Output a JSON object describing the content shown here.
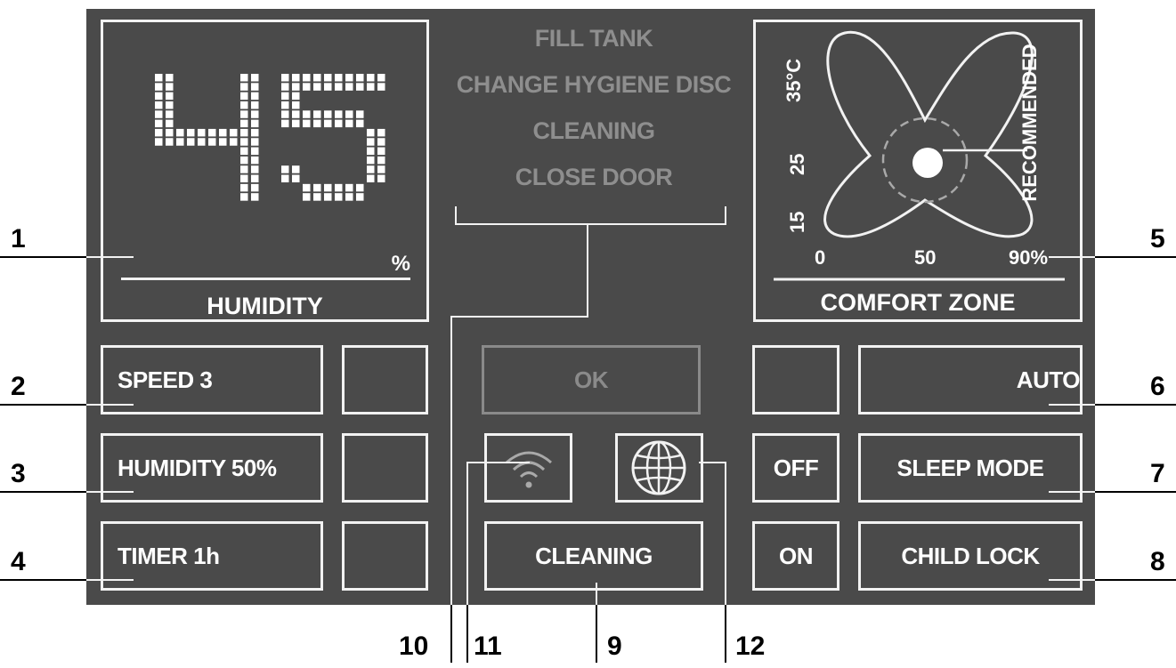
{
  "humidity_display": {
    "value": "45",
    "unit": "%",
    "label": "HUMIDITY"
  },
  "messages": [
    "FILL TANK",
    "CHANGE HYGIENE DISC",
    "CLEANING",
    "CLOSE DOOR"
  ],
  "comfort_zone": {
    "label": "COMFORT ZONE",
    "recommended_label": "RECOMMENDED",
    "y_ticks": [
      "15",
      "25",
      "35°C"
    ],
    "x_ticks": [
      "0",
      "50",
      "90%"
    ]
  },
  "buttons": {
    "speed": "SPEED 3",
    "humidity_set": "HUMIDITY 50%",
    "timer": "TIMER 1h",
    "ok": "OK",
    "cleaning": "CLEANING",
    "off": "OFF",
    "on": "ON",
    "auto": "AUTO",
    "sleep_mode": "SLEEP MODE",
    "child_lock": "CHILD LOCK"
  },
  "icons": {
    "wifi": "wifi-icon",
    "globe": "globe-icon"
  },
  "callouts": [
    "1",
    "2",
    "3",
    "4",
    "5",
    "6",
    "7",
    "8",
    "9",
    "10",
    "11",
    "12"
  ],
  "colors": {
    "panel": "#4a4a4a",
    "foreground": "#f2f2f2",
    "dimmed": "#8e8e8e"
  }
}
